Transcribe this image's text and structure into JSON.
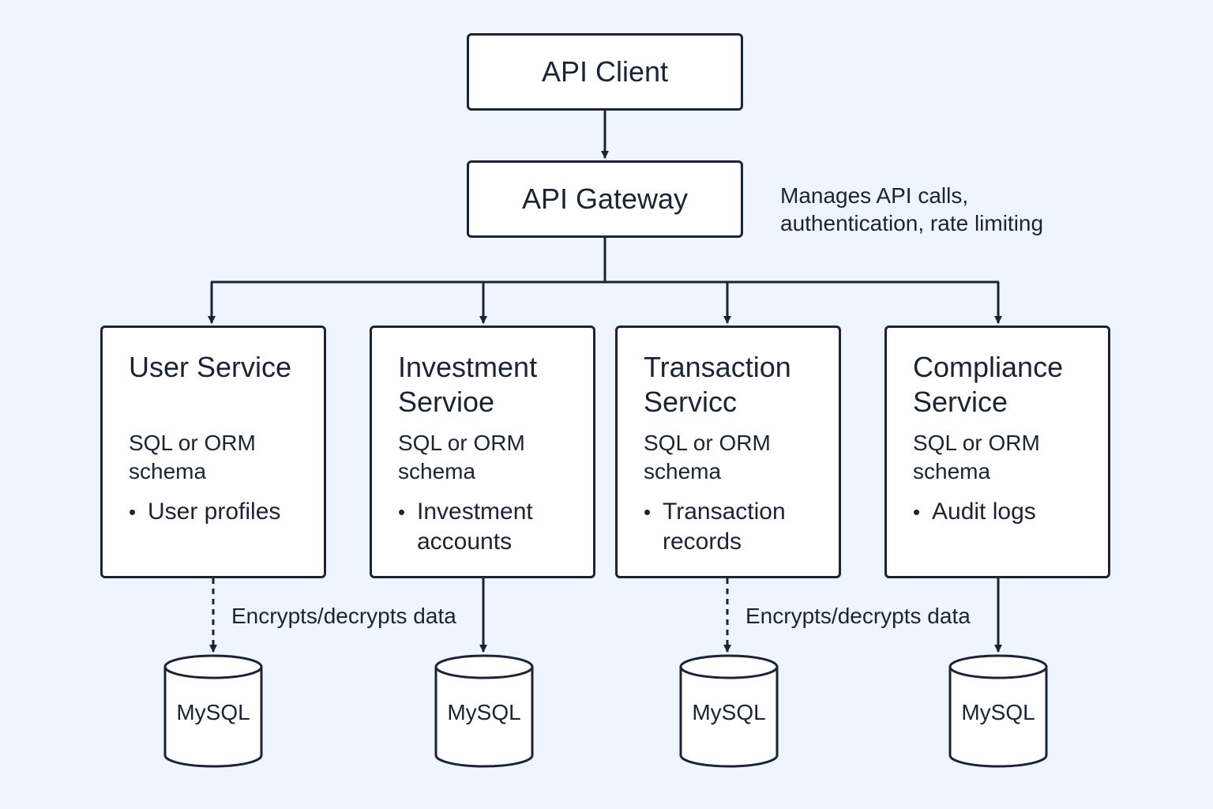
{
  "client": {
    "label": "API Client"
  },
  "gateway": {
    "label": "API Gateway",
    "note_lines": [
      "Manages API calls,",
      "authentication, rate limiting"
    ]
  },
  "services": [
    {
      "title_lines": [
        "User Service"
      ],
      "schema_lines": [
        "SQL or ORM",
        "schema"
      ],
      "bullet": "•",
      "item_lines": [
        "User profiles"
      ]
    },
    {
      "title_lines": [
        "Investment",
        "Servioe"
      ],
      "schema_lines": [
        "SQL or ORM",
        "schema"
      ],
      "bullet": "•",
      "item_lines": [
        "Investment",
        "accounts"
      ]
    },
    {
      "title_lines": [
        "Transaction",
        "Servicc"
      ],
      "schema_lines": [
        "SQL or ORM",
        "schema"
      ],
      "bullet": "•",
      "item_lines": [
        "Transaction",
        "records"
      ]
    },
    {
      "title_lines": [
        "Compliance",
        "Service"
      ],
      "schema_lines": [
        "SQL or ORM",
        "schema"
      ],
      "bullet": "•",
      "item_lines": [
        "Audit logs"
      ]
    }
  ],
  "edge_labels": {
    "user_db": "Encrypts/decrypts data",
    "transaction_db": "Encrypts/decrypts data"
  },
  "databases": [
    "MySQL",
    "MySQL",
    "MySQL",
    "MySQL"
  ],
  "colors": {
    "background": "#eef5fd",
    "stroke": "#1b2433",
    "box_fill": "#ffffff"
  }
}
